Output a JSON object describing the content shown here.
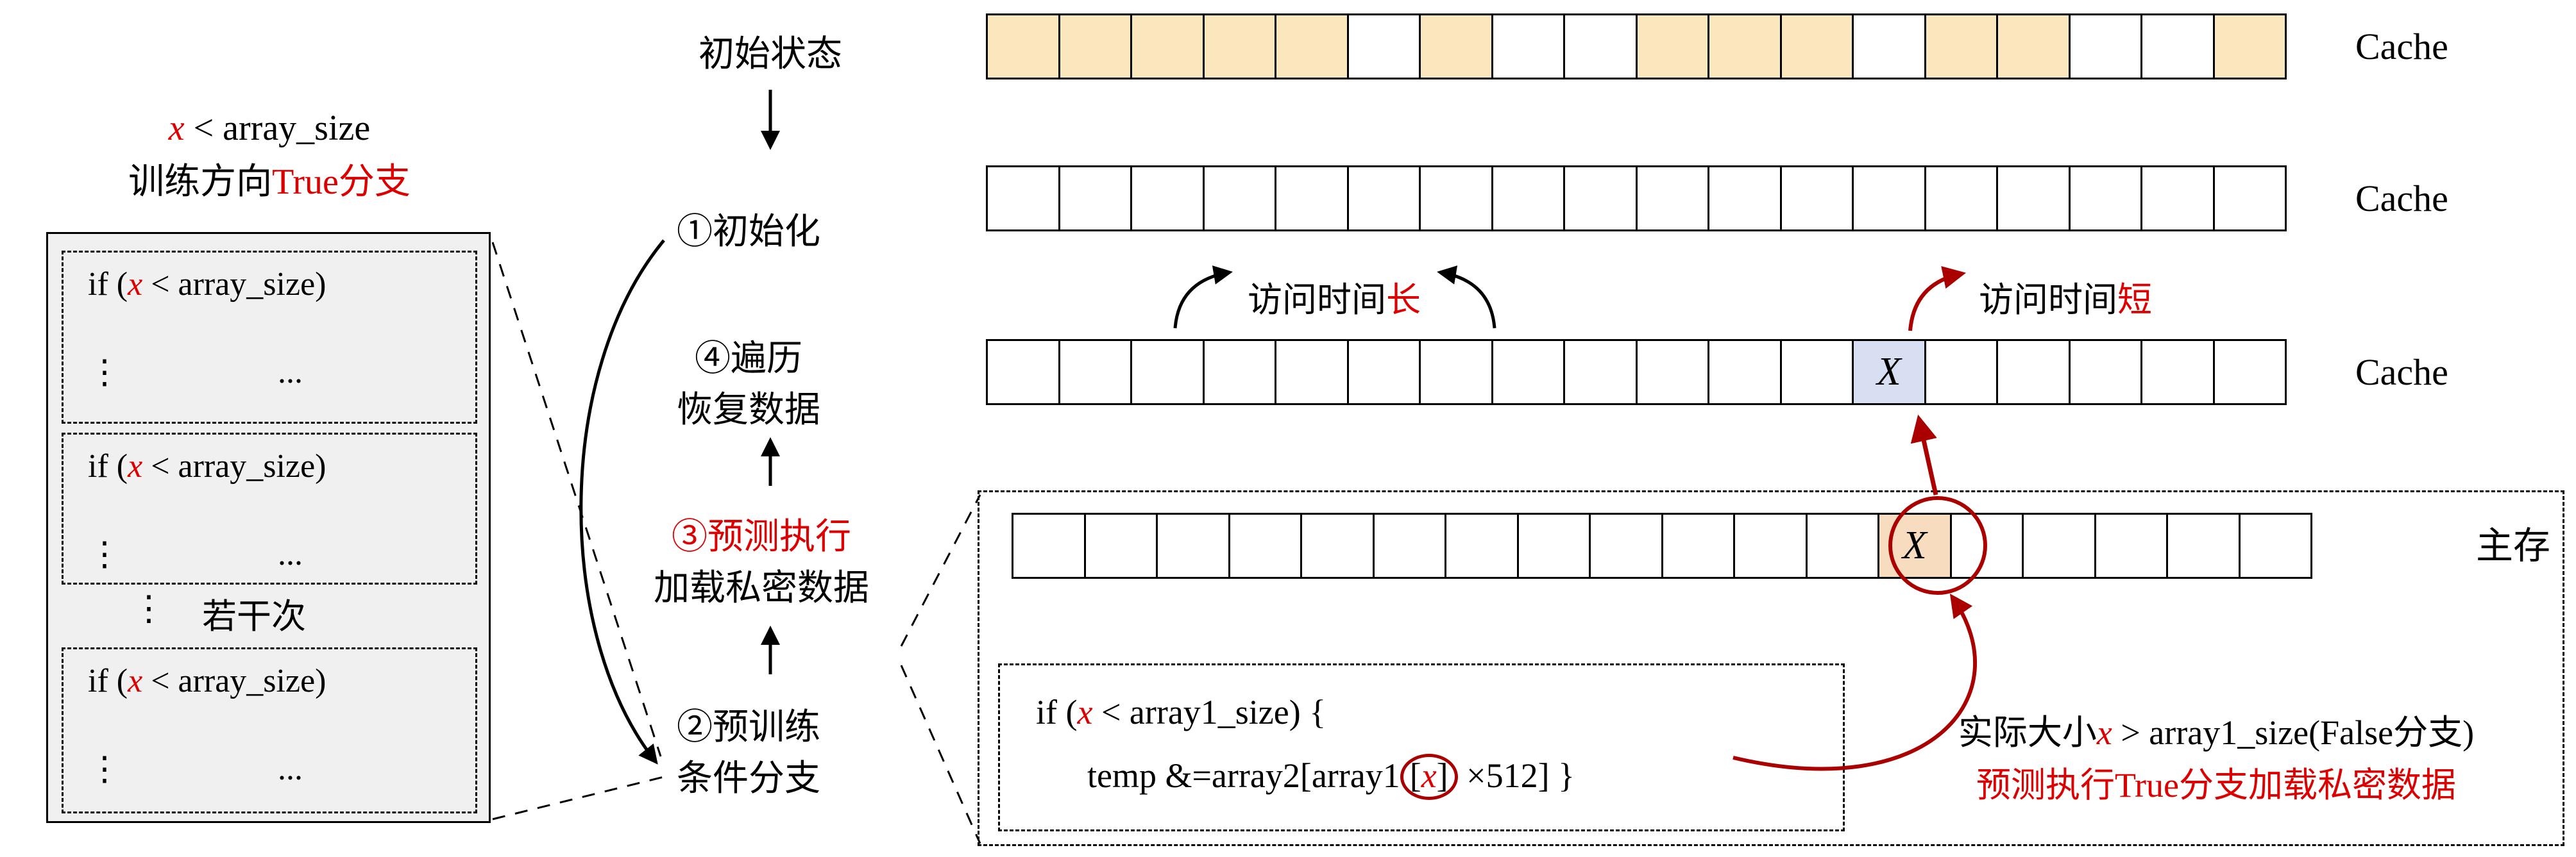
{
  "left_panel": {
    "header_var": "x",
    "header_rest": " < array_size",
    "header_line2_black": "训练方向",
    "header_line2_red": "True分支",
    "if_pre": "if (",
    "if_var": "x",
    "if_post": " < array_size)",
    "vdots": "⋮",
    "cdots": "...",
    "repeat_label": "若干次"
  },
  "steps": {
    "initial_state": "初始状态",
    "step1": "①初始化",
    "step4_line1": "④遍历",
    "step4_line2": "恢复数据",
    "step3_line1": "③预测执行",
    "step3_line2": "加载私密数据",
    "step2_line1": "②预训练",
    "step2_line2": "条件分支"
  },
  "rows": {
    "cell_count": 18,
    "x_label": "X",
    "items": [
      {
        "name": "cache-row-initial",
        "label": "Cache",
        "yellow_indices": [
          0,
          1,
          2,
          3,
          4,
          6,
          9,
          10,
          11,
          13,
          14,
          17
        ]
      },
      {
        "name": "cache-row-flushed",
        "label": "Cache"
      },
      {
        "name": "cache-row-loaded",
        "label": "Cache",
        "x_index": 12,
        "x_fill": "blue"
      },
      {
        "name": "main-memory-row",
        "label": "主存",
        "x_index": 12,
        "x_fill": "orange"
      }
    ]
  },
  "annotations": {
    "access_long_black": "访问时间",
    "access_long_red": "长",
    "access_short_black": "访问时间",
    "access_short_red": "短"
  },
  "code": {
    "line1_pre": "if (",
    "line1_var": "x",
    "line1_post": " < array1_size) {",
    "line2_pre": "temp &=array2[array1",
    "line2_open": "[",
    "line2_var": "x",
    "line2_close": "]",
    "line2_post": " ×512] }"
  },
  "caption": {
    "line1_black1": "实际大小",
    "line1_var": "x",
    "line1_black2": " > array1_size(False分支)",
    "line2_red": "预测执行True分支加载私密数据"
  },
  "colors": {
    "red_text": "#dd0000",
    "red_draw": "#aa0000",
    "cell_yellow": "#FAE7BE",
    "cell_blue": "#D9DFF2",
    "cell_orange": "#F8DCC0",
    "panel_gray": "#F0F0F0"
  }
}
